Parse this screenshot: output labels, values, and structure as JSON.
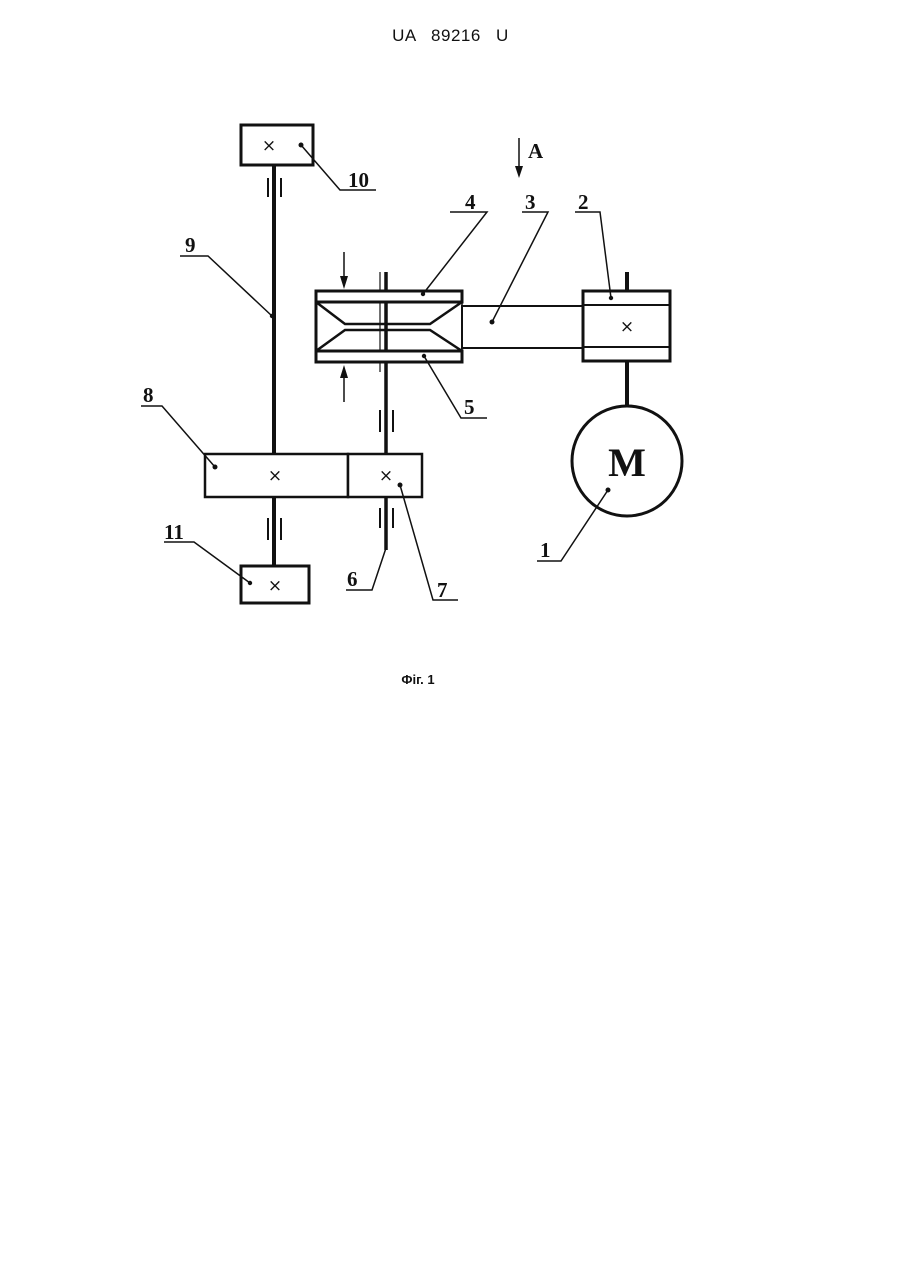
{
  "header": {
    "doc_number": "UA 89216 U"
  },
  "caption": "Фіг. 1",
  "diagram": {
    "view_label": "A",
    "motor_label": "M",
    "cross_mark": "×",
    "labels": {
      "l1": "1",
      "l2": "2",
      "l3": "3",
      "l4": "4",
      "l5": "5",
      "l6": "6",
      "l7": "7",
      "l8": "8",
      "l9": "9",
      "l10": "10",
      "l11": "11"
    }
  }
}
